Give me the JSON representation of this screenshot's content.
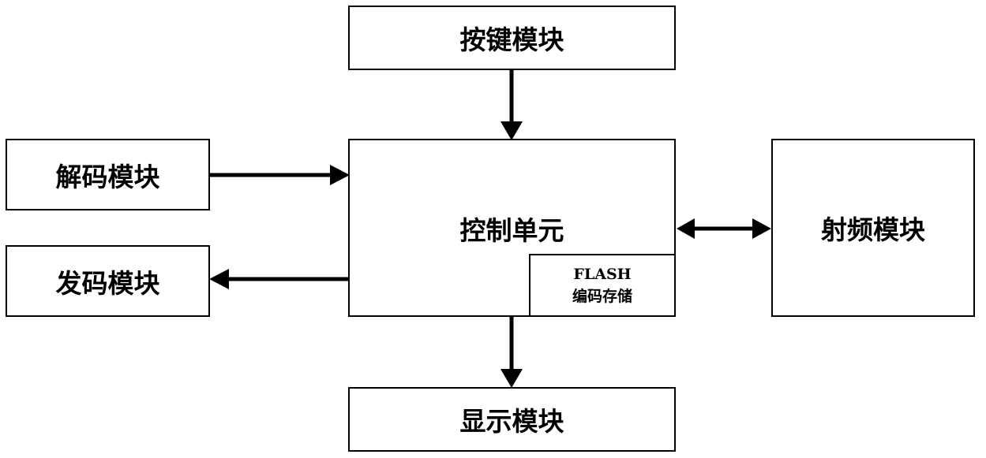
{
  "diagram": {
    "key_module": "按键模块",
    "control_unit": "控制单元",
    "flash_storage": {
      "line1": "FLASH",
      "line2": "编码存储"
    },
    "decode_module": "解码模块",
    "encode_module": "发码模块",
    "rf_module": "射频模块",
    "display_module": "显示模块"
  },
  "colors": {
    "line": "#000000",
    "background": "#ffffff"
  }
}
